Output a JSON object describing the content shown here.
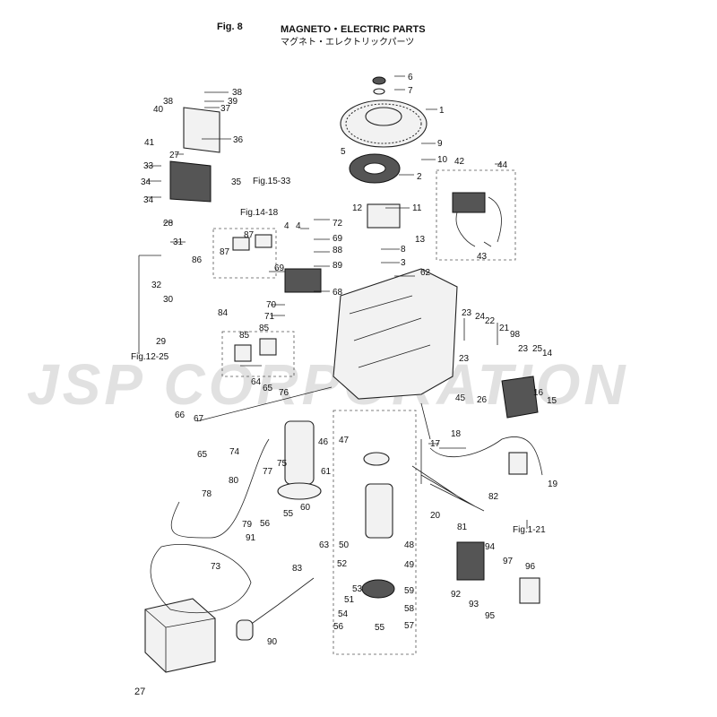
{
  "header": {
    "fig": "Fig. 8",
    "title_en": "MAGNETO・ELECTRIC PARTS",
    "title_jp": "マグネト・エレクトリックパーツ"
  },
  "watermark": "JSP CORPORATION",
  "page_number": "27",
  "references": {
    "fig_15_33": "Fig.15-33",
    "fig_14_18": "Fig.14-18",
    "fig_12_25": "Fig.12-25",
    "fig_1_21": "Fig.1-21"
  },
  "callouts": [
    "1",
    "2",
    "3",
    "4",
    "5",
    "6",
    "7",
    "8",
    "9",
    "10",
    "11",
    "12",
    "13",
    "14",
    "15",
    "16",
    "17",
    "18",
    "19",
    "20",
    "21",
    "22",
    "23",
    "24",
    "25",
    "26",
    "27",
    "28",
    "29",
    "30",
    "31",
    "32",
    "33",
    "34",
    "35",
    "36",
    "37",
    "38",
    "39",
    "40",
    "41",
    "42",
    "43",
    "44",
    "45",
    "46",
    "47",
    "48",
    "49",
    "50",
    "51",
    "52",
    "53",
    "54",
    "55",
    "56",
    "57",
    "58",
    "59",
    "60",
    "61",
    "62",
    "63",
    "64",
    "65",
    "66",
    "67",
    "68",
    "69",
    "70",
    "71",
    "72",
    "73",
    "74",
    "75",
    "76",
    "77",
    "78",
    "79",
    "80",
    "81",
    "82",
    "83",
    "84",
    "85",
    "86",
    "87",
    "88",
    "89",
    "90",
    "91",
    "92",
    "93",
    "94",
    "95",
    "96",
    "97",
    "98"
  ]
}
